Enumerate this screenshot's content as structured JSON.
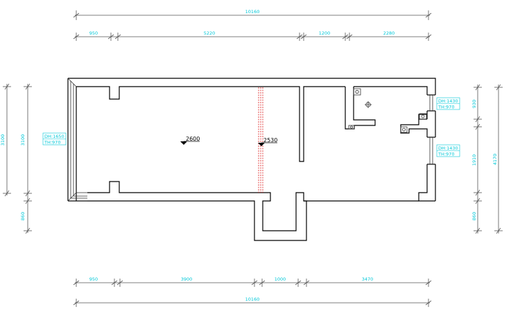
{
  "dimensions": {
    "top_overall": "10160",
    "top_segments": [
      "950",
      "5220",
      "1200",
      "2280"
    ],
    "bottom_segments": [
      "950",
      "3900",
      "1000",
      "3470"
    ],
    "bottom_overall": "10160",
    "left_outer": "3100",
    "left_inner": "3100",
    "left_lower": "860",
    "right_segments": [
      "930",
      "1910",
      "860"
    ],
    "right_overall": "4170"
  },
  "windows": {
    "left": {
      "dh": "DH:1650",
      "th": "TH:970"
    },
    "right_upper": {
      "dh": "DH:1430",
      "th": "TH:970"
    },
    "right_lower": {
      "dh": "DH:1430",
      "th": "TH:970"
    }
  },
  "levels": {
    "living": "2600",
    "beam": "2530"
  },
  "colors": {
    "dimension_text": "#00c8d8",
    "wall": "#000000",
    "beam": "#e03030"
  }
}
